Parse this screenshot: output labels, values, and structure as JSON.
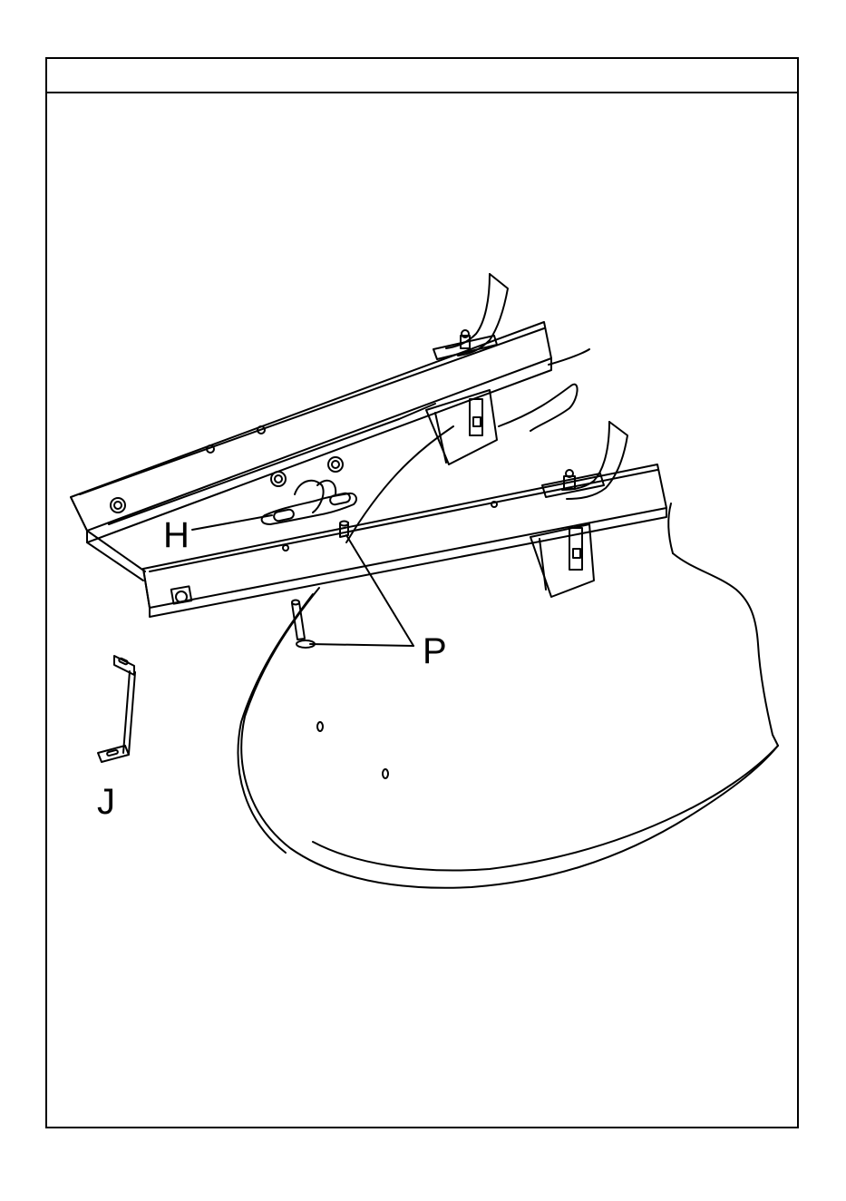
{
  "figure": {
    "header_text": "",
    "callouts": {
      "h": "H",
      "p": "P",
      "j": "J"
    }
  },
  "colors": {
    "line": "#000000",
    "background": "#ffffff"
  }
}
